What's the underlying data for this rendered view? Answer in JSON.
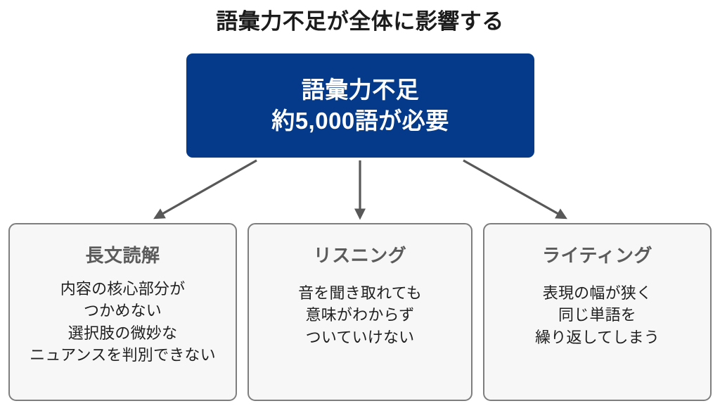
{
  "title": "語彙力不足が全体に影響する",
  "colors": {
    "background": "#ffffff",
    "root_fill": "#043A89",
    "root_text": "#ffffff",
    "title_text": "#1b1b1b",
    "leaf_fill": "#f7f7f7",
    "leaf_border": "#7e7e7e",
    "leaf_heading_text": "#5b5b5b",
    "leaf_body_text": "#1f1f1f",
    "arrow": "#585858"
  },
  "root": {
    "line1": "語彙力不足",
    "line2": "約5,000語が必要"
  },
  "leaves": [
    {
      "heading": "長文読解",
      "body": "内容の核心部分が\nつかめない\n選択肢の微妙な\nニュアンスを判別できない"
    },
    {
      "heading": "リスニング",
      "body": "音を聞き取れても\n意味がわからず\nついていけない"
    },
    {
      "heading": "ライティング",
      "body": "表現の幅が狭く\n同じ単語を\n繰り返してしまう"
    }
  ],
  "arrows": [
    {
      "name": "arrow-root-to-reading",
      "direction": "down-left"
    },
    {
      "name": "arrow-root-to-listening",
      "direction": "down"
    },
    {
      "name": "arrow-root-to-writing",
      "direction": "down-right"
    }
  ]
}
